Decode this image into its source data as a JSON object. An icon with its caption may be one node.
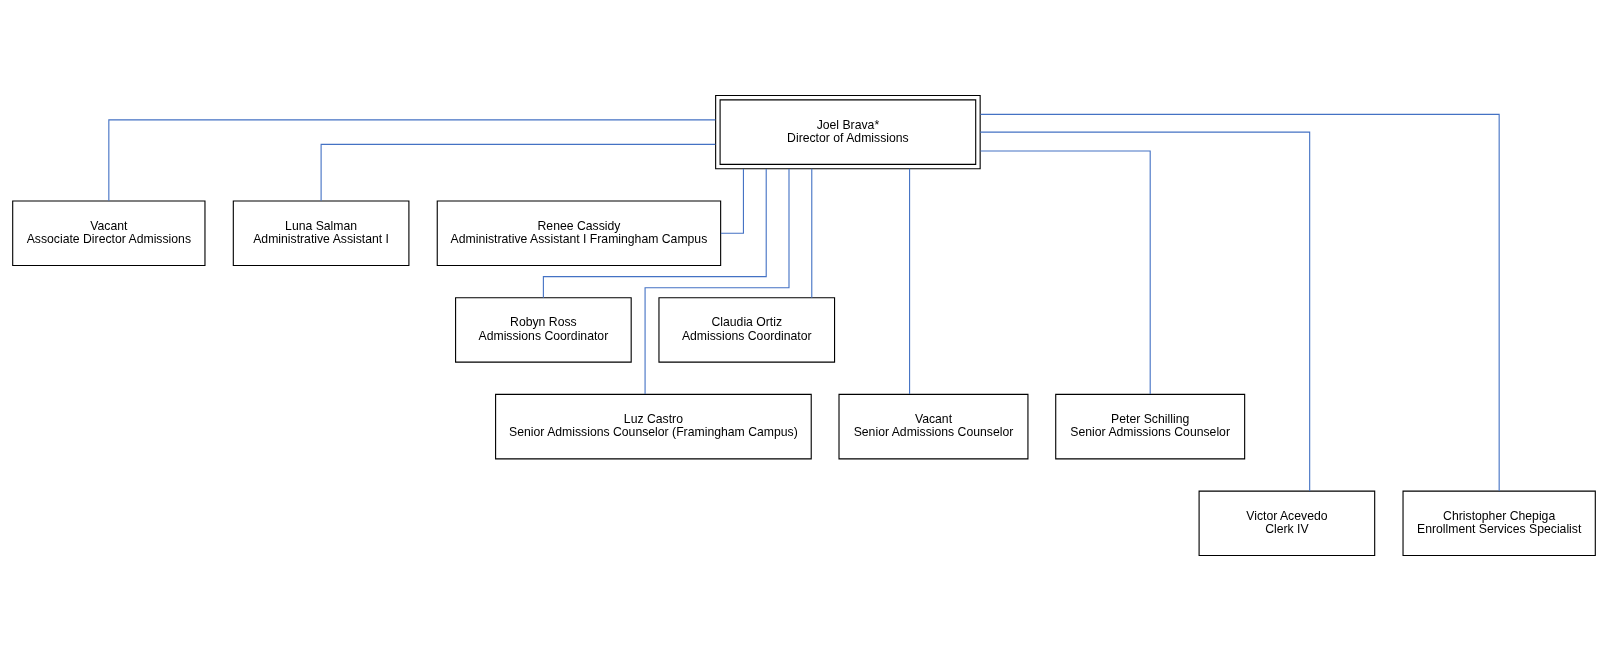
{
  "diagram": {
    "nodes": [
      {
        "text": [
          "Joel Brava*",
          "Director of Admissions"
        ]
      },
      {
        "text": [
          "Vacant",
          "Associate Director Admissions"
        ]
      },
      {
        "text": [
          "Luna Salman",
          "Administrative Assistant I"
        ]
      },
      {
        "text": [
          "Renee Cassidy",
          "Administrative Assistant I Framingham Campus"
        ]
      },
      {
        "text": [
          "Robyn Ross",
          "Admissions Coordinator"
        ]
      },
      {
        "text": [
          "Claudia Ortiz",
          "Admissions Coordinator"
        ]
      },
      {
        "text": [
          "Luz Castro",
          "Senior Admissions Counselor (Framingham Campus)"
        ]
      },
      {
        "text": [
          "Vacant",
          "Senior Admissions Counselor"
        ]
      },
      {
        "text": [
          "Peter Schilling",
          "Senior Admissions Counselor"
        ]
      },
      {
        "text": [
          "Victor Acevedo",
          "Clerk IV"
        ]
      },
      {
        "text": [
          "Christopher Chepiga",
          "Enrollment Services Specialist"
        ]
      }
    ],
    "edges": [
      {
        "from": 0,
        "to": 1,
        "arrow": "none"
      },
      {
        "from": 0,
        "to": 2,
        "arrow": "none"
      },
      {
        "from": 0,
        "to": 3,
        "arrow": "none"
      },
      {
        "from": 0,
        "to": 4,
        "arrow": "none"
      },
      {
        "from": 0,
        "to": 5,
        "arrow": "none"
      },
      {
        "from": 0,
        "to": 6,
        "arrow": "none"
      },
      {
        "from": 0,
        "to": 7,
        "arrow": "none"
      },
      {
        "from": 0,
        "to": 8,
        "arrow": "none"
      },
      {
        "from": 0,
        "to": 9,
        "arrow": "none"
      },
      {
        "from": 0,
        "to": 10,
        "arrow": "none"
      }
    ]
  }
}
